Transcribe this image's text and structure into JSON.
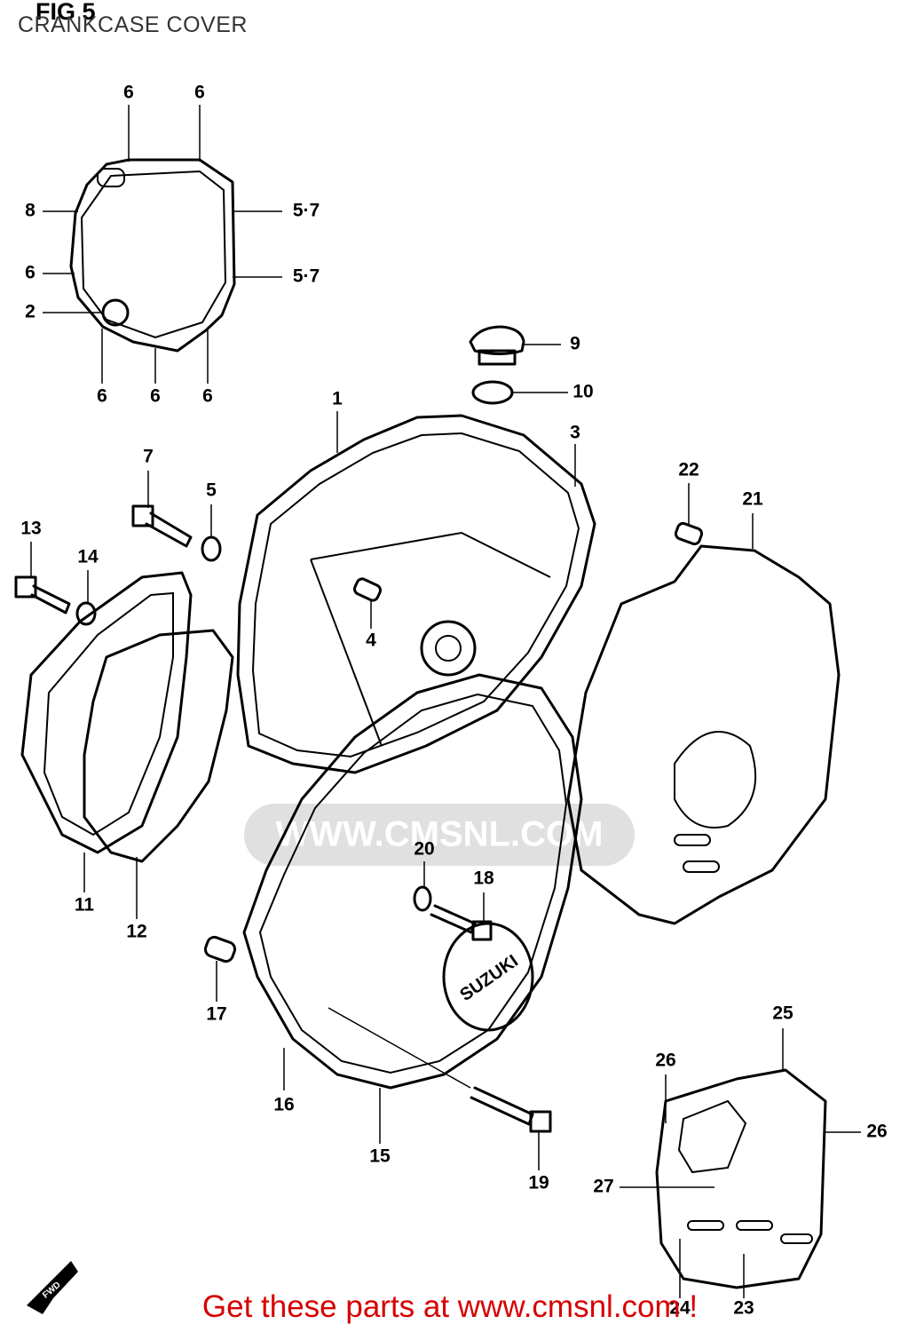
{
  "figure": {
    "title": "FIG 5",
    "subtitle": "CRANKCASE COVER"
  },
  "callouts": [
    {
      "id": "c6a",
      "text": "6"
    },
    {
      "id": "c6b",
      "text": "6"
    },
    {
      "id": "c8",
      "text": "8"
    },
    {
      "id": "c57a",
      "text": "5·7"
    },
    {
      "id": "c6c",
      "text": "6"
    },
    {
      "id": "c57b",
      "text": "5·7"
    },
    {
      "id": "c2",
      "text": "2"
    },
    {
      "id": "c6d",
      "text": "6"
    },
    {
      "id": "c6e",
      "text": "6"
    },
    {
      "id": "c6f",
      "text": "6"
    },
    {
      "id": "c9",
      "text": "9"
    },
    {
      "id": "c10",
      "text": "10"
    },
    {
      "id": "c1",
      "text": "1"
    },
    {
      "id": "c3",
      "text": "3"
    },
    {
      "id": "c7",
      "text": "7"
    },
    {
      "id": "c5",
      "text": "5"
    },
    {
      "id": "c22",
      "text": "22"
    },
    {
      "id": "c21",
      "text": "21"
    },
    {
      "id": "c13",
      "text": "13"
    },
    {
      "id": "c14",
      "text": "14"
    },
    {
      "id": "c4",
      "text": "4"
    },
    {
      "id": "c11",
      "text": "11"
    },
    {
      "id": "c12",
      "text": "12"
    },
    {
      "id": "c20",
      "text": "20"
    },
    {
      "id": "c18",
      "text": "18"
    },
    {
      "id": "c17",
      "text": "17"
    },
    {
      "id": "c16",
      "text": "16"
    },
    {
      "id": "c15",
      "text": "15"
    },
    {
      "id": "c19",
      "text": "19"
    },
    {
      "id": "c25",
      "text": "25"
    },
    {
      "id": "c26a",
      "text": "26"
    },
    {
      "id": "c26b",
      "text": "26"
    },
    {
      "id": "c27",
      "text": "27"
    },
    {
      "id": "c24",
      "text": "24"
    },
    {
      "id": "c23",
      "text": "23"
    }
  ],
  "watermark": {
    "text": "WWW.CMSNL.COM"
  },
  "cover_logo": {
    "text": "SUZUKI"
  },
  "fwd_arrow": {
    "text": "FWD"
  },
  "footer": {
    "text": "Get these parts at www.cmsnl.com !"
  }
}
